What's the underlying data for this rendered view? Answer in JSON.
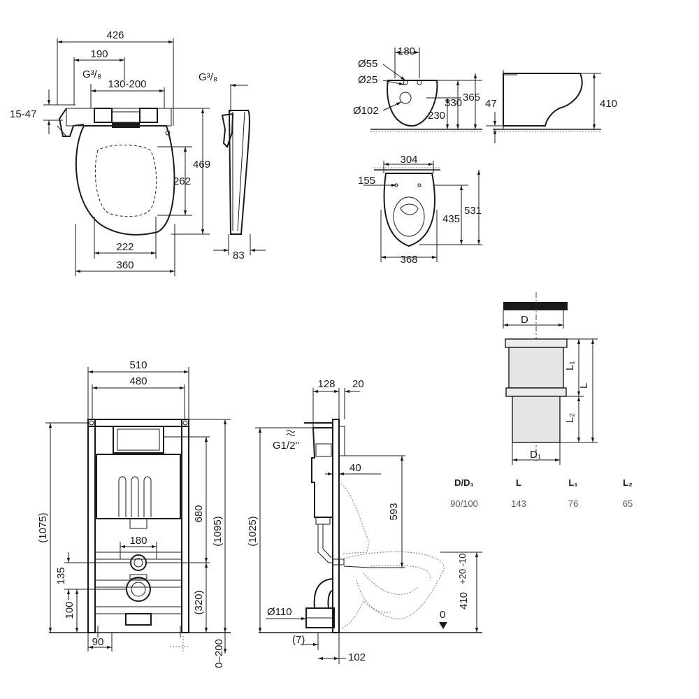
{
  "seat_top_view": {
    "dims": {
      "w426": "426",
      "w190": "190",
      "g38": "G³/₈",
      "w130_200": "130-200",
      "h15_47": "15-47",
      "h469": "469",
      "h262": "262",
      "w222": "222",
      "w360": "360"
    }
  },
  "seat_side_view": {
    "dims": {
      "g38": "G³/₈",
      "w83": "83"
    }
  },
  "bowl_front_view": {
    "dims": {
      "w180": "180",
      "d55": "Ø55",
      "d25": "Ø25",
      "d102": "Ø102",
      "h230": "230",
      "h330": "330",
      "h365": "365"
    }
  },
  "bowl_side_view": {
    "dims": {
      "h47": "47",
      "h410": "410"
    }
  },
  "bowl_top_view": {
    "dims": {
      "w304": "304",
      "w155": "155",
      "h435": "435",
      "h531": "531",
      "w368": "368"
    }
  },
  "pipe_connector": {
    "labels": {
      "d": "D",
      "l": "L",
      "l1": "L₁",
      "l2": "L₂",
      "d1": "D₁"
    },
    "table": {
      "headers": [
        "D/D₁",
        "L",
        "L₁",
        "L₂"
      ],
      "rows": [
        [
          "90/100",
          "143",
          "76",
          "65"
        ]
      ]
    }
  },
  "frame_front_view": {
    "dims": {
      "w510": "510",
      "w480": "480",
      "h1075": "(1075)",
      "h680": "680",
      "h1095": "(1095)",
      "w180": "180",
      "h135": "135",
      "h100": "100",
      "h320": "(320)",
      "w90": "90",
      "h0_200": "0–200"
    }
  },
  "frame_side_view": {
    "dims": {
      "w128": "128",
      "w20": "20",
      "g12": "G1/2\"",
      "w40": "40",
      "h593": "593",
      "h1025": "(1025)",
      "d110": "Ø110",
      "w7": "(7)",
      "w102": "102",
      "zero": "0",
      "h410": "410",
      "tol": "+20 -10"
    }
  }
}
